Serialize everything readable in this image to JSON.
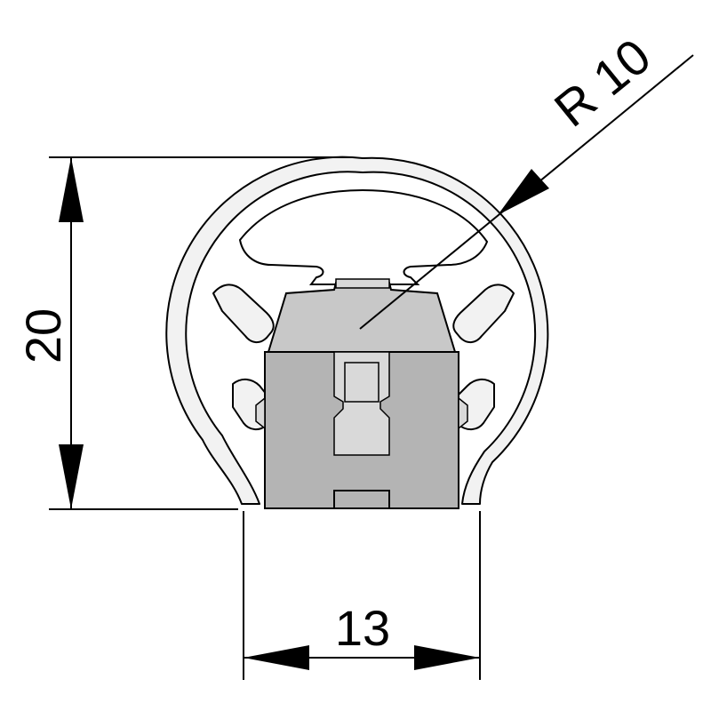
{
  "drawing": {
    "dimensions": {
      "height": "20",
      "width": "13",
      "radius": "R 10"
    }
  },
  "colors": {
    "profile_fill": "#f2f2f2",
    "insert_dark": "#b4b4b4",
    "insert_mid": "#c8c8c8",
    "insert_light": "#d9d9d9",
    "line": "#000000"
  }
}
